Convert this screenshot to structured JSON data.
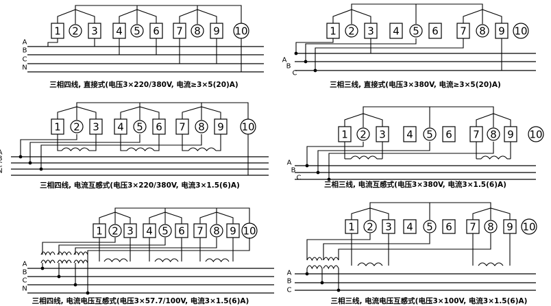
{
  "terminals": [
    "1",
    "2",
    "3",
    "4",
    "5",
    "6",
    "7",
    "8",
    "9",
    "10"
  ],
  "phase_labels": {
    "four_wire": [
      "A",
      "B",
      "C",
      "N"
    ],
    "three_wire": [
      "A",
      "B",
      "C"
    ]
  },
  "panels": [
    {
      "id": "p1",
      "caption": "三相四线, 直接式(电压3×220/380V, 电流≥3×5(20)A)"
    },
    {
      "id": "p2",
      "caption": "三相三线, 直接式(电压3×380V, 电流≥3×5(20)A)"
    },
    {
      "id": "p3",
      "caption": "三相四线, 电流互感式(电压3×220/380V, 电流3×1.5(6)A)"
    },
    {
      "id": "p4",
      "caption": "三相三线, 电流互感式(电压3×380V, 电流3×1.5(6)A)"
    },
    {
      "id": "p5",
      "caption": "三相四线, 电流电压互感式(电压3×57.7/100V, 电流3×1.5(6)A)"
    },
    {
      "id": "p6",
      "caption": "三相三线, 电流电压互感式(电压3×100V, 电流3×1.5(6)A)"
    }
  ]
}
